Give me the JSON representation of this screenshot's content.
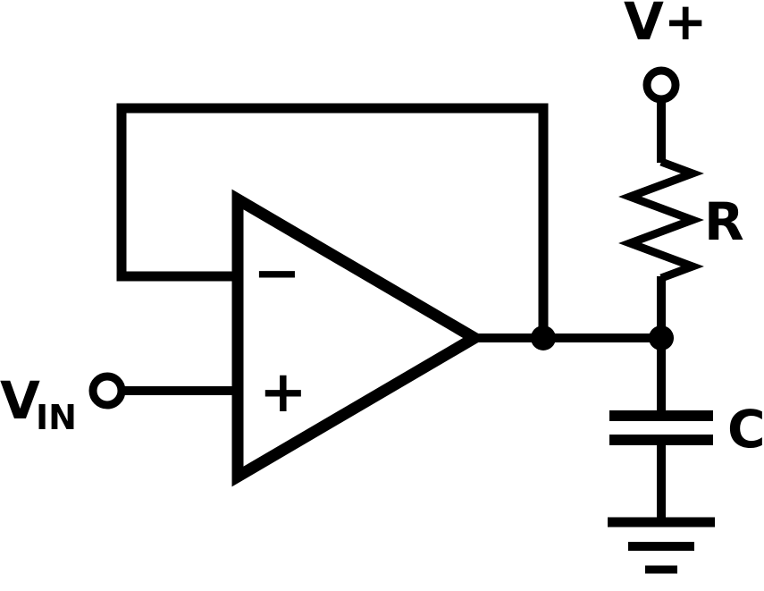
{
  "diagram": {
    "type": "circuit-schematic",
    "labels": {
      "supply": "V+",
      "resistor": "R",
      "capacitor": "C",
      "input_main": "V",
      "input_sub": "IN",
      "opamp_inverting": "−",
      "opamp_noninverting": "+"
    },
    "colors": {
      "stroke": "#000000",
      "background": "#ffffff"
    }
  }
}
